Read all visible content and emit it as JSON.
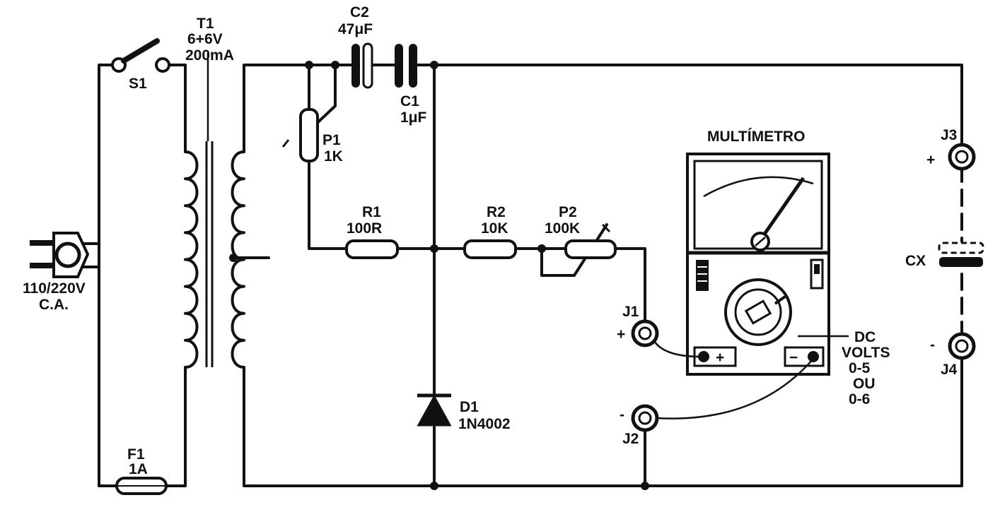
{
  "mains": {
    "label_voltage": "110/220V",
    "label_type": "C.A."
  },
  "s1": {
    "name": "S1"
  },
  "f1": {
    "name": "F1",
    "value": "1A"
  },
  "t1": {
    "name": "T1",
    "value": "6+6V",
    "current": "200mA"
  },
  "c2": {
    "name": "C2",
    "value": "47μF"
  },
  "c1": {
    "name": "C1",
    "value": "1μF"
  },
  "p1": {
    "name": "P1",
    "value": "1K"
  },
  "r1": {
    "name": "R1",
    "value": "100R"
  },
  "r2": {
    "name": "R2",
    "value": "10K"
  },
  "p2": {
    "name": "P2",
    "value": "100K"
  },
  "d1": {
    "name": "D1",
    "value": "1N4002"
  },
  "meter": {
    "title": "MULTÍMETRO",
    "plus": "+",
    "minus": "−",
    "range_lines": [
      "DC",
      "VOLTS",
      "0-5",
      "OU",
      "0-6"
    ]
  },
  "j1": {
    "name": "J1",
    "polarity": "+"
  },
  "j2": {
    "name": "J2",
    "polarity": "-"
  },
  "j3": {
    "name": "J3",
    "polarity": "+"
  },
  "j4": {
    "name": "J4",
    "polarity": "-"
  },
  "cx": {
    "name": "CX"
  }
}
